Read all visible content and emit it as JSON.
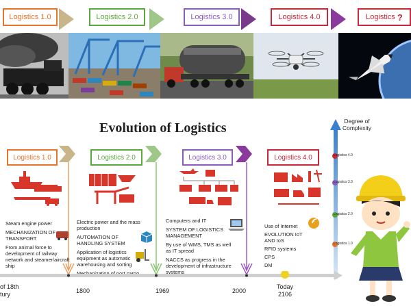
{
  "top_banner": {
    "stages": [
      {
        "label": "Logistics 1.0",
        "color": "#e8732a"
      },
      {
        "label": "Logistics 2.0",
        "color": "#5aa83a"
      },
      {
        "label": "Logistics 3.0",
        "color": "#8a5cc0"
      },
      {
        "label": "Logistics 4.0",
        "color": "#c8283a"
      },
      {
        "label": "Logistics ",
        "suffix": "?",
        "color": "#c8283a"
      }
    ],
    "photos": [
      "steam-locomotive",
      "port-cranes",
      "heavy-truck",
      "drone",
      "space-shuttle"
    ]
  },
  "diagram": {
    "title": "Evolution of Logistics",
    "y_axis_label": "Degree of Complexity",
    "y_levels": [
      "Logistics 4.0",
      "Logistics 3.0",
      "Logistics 2.0",
      "Logistics 1.0"
    ],
    "timeline": [
      {
        "label": "of 18th\ntury"
      },
      {
        "label": "1800"
      },
      {
        "label": "1969"
      },
      {
        "label": "2000"
      },
      {
        "label": "Today\n2106"
      }
    ],
    "eras": [
      {
        "label": "Logistics 1.0",
        "color": "#e8732a",
        "items": [
          "Steam engine power",
          "MECHANIZATION OF TRANSPORT",
          "From animal force to development of railway network and steamer/aircraft ship"
        ]
      },
      {
        "label": "Logistics 2.0",
        "color": "#5aa83a",
        "items": [
          "Electric power and the mass production",
          "AUTOMATION OF HANDLING SYSTEM",
          "Application of logistics equipment as automatic warehousing and sorting",
          "Mechanization of port cargo"
        ]
      },
      {
        "label": "Logistics 3.0",
        "color": "#8a5cc0",
        "items": [
          "Computers and IT",
          "SYSTEM OF LOGISTICS MANAGEMENT",
          "By use of WMS, TMS as well as IT spread",
          "NACCS as progress in the development of infrastructure systems"
        ]
      },
      {
        "label": "Logistics 4.0",
        "color": "#c8283a",
        "items": [
          "Use of Internet",
          "EVOLUTION IoT AND IoS",
          "RFID systems",
          "CPS",
          "DM"
        ]
      }
    ]
  }
}
